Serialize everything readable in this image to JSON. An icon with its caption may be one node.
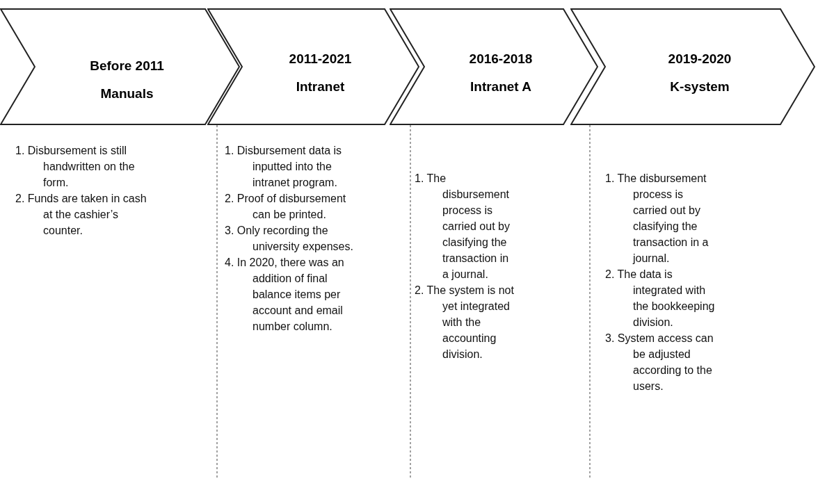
{
  "diagram": {
    "nodes": [
      {
        "text": [
          "Before 2011",
          "Manuals"
        ],
        "beside": [
          "1. Disbursement is still handwritten on the form.",
          "2. Funds are taken in cash at the cashier’s counter."
        ]
      },
      {
        "text": [
          "2011-2021",
          "Intranet"
        ],
        "beside": [
          "1. Disbursement data is inputted into the intranet program.",
          "2. Proof of disbursement can be printed.",
          "3. Only recording the university expenses.",
          "4. In 2020, there was an addition of final balance items per account and email number column."
        ]
      },
      {
        "text": [
          "2016-2018",
          "Intranet A"
        ],
        "beside": [
          "1. The disbursement process is carried out by clasifying the transaction in a journal.",
          "2. The system is not yet integrated with the accounting division."
        ]
      },
      {
        "text": [
          "2019-2020",
          "K-system"
        ],
        "beside": [
          "1. The disbursement process is carried out by clasifying the transaction in a journal.",
          "2. The data is integrated with the bookkeeping division.",
          "3. System access can be adjusted according to the users."
        ]
      }
    ]
  }
}
